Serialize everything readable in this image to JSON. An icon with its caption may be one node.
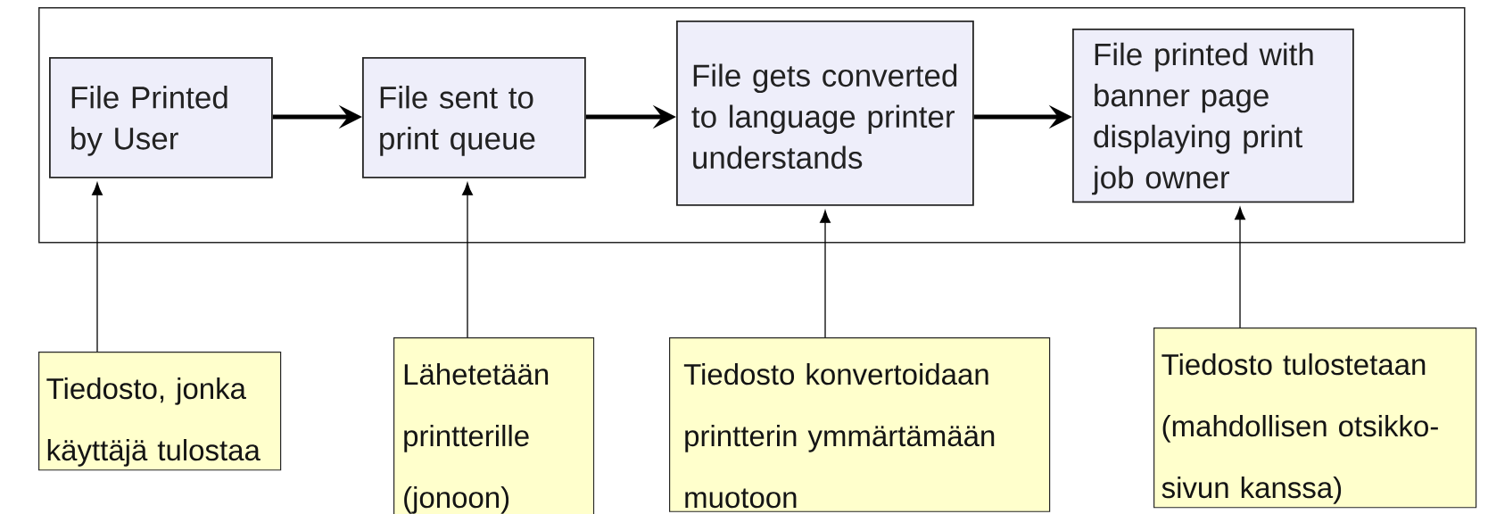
{
  "diagram": {
    "nodes": [
      {
        "text": [],
        "shape": "box"
      },
      {
        "text": [
          "File Printed by User"
        ],
        "in": 0
      },
      {
        "text": [
          "File sent to print queue"
        ],
        "in": 0
      },
      {
        "text": [
          "File gets converted to language printer understands"
        ],
        "in": 0
      },
      {
        "text": [
          "File printed with banner page displaying print job owner"
        ],
        "in": 0
      },
      {
        "text": [
          "Tiedosto, jonka käyttäjä tulostaa"
        ]
      },
      {
        "text": [
          "Lähetetään printterille (jonoon)"
        ]
      },
      {
        "text": [
          "Tiedosto konvertoidaan printterin ymmärtämään muotoon"
        ]
      },
      {
        "text": [
          "Tiedosto tulostetaan (mahdollisen otsikko-sivun kanssa)"
        ]
      }
    ],
    "edges": [
      {
        "from": 1,
        "to": 2,
        "arrow": "to",
        "style": "thick"
      },
      {
        "from": 2,
        "to": 3,
        "arrow": "to",
        "style": "thick"
      },
      {
        "from": 3,
        "to": 4,
        "arrow": "to",
        "style": "thick"
      },
      {
        "from": 5,
        "to": 1,
        "arrow": "to"
      },
      {
        "from": 6,
        "to": 2,
        "arrow": "to"
      },
      {
        "from": 7,
        "to": 3,
        "arrow": "to"
      },
      {
        "from": 8,
        "to": 4,
        "arrow": "to"
      }
    ]
  }
}
